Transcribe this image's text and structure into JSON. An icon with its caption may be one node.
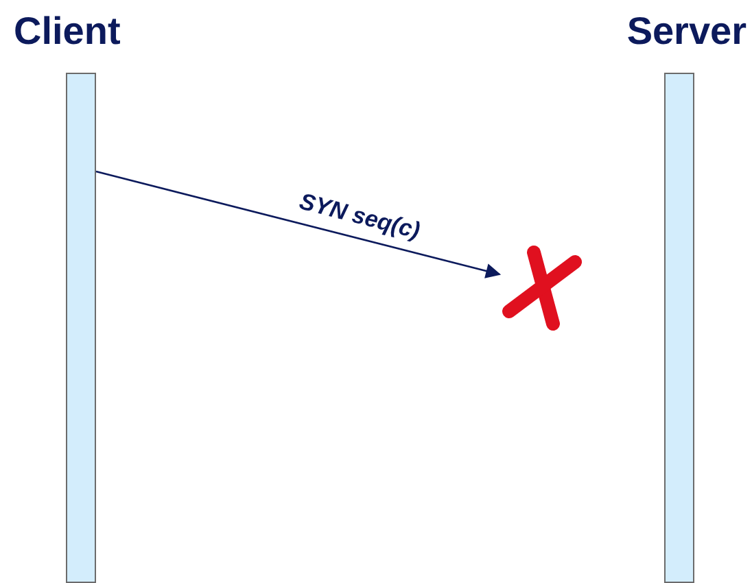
{
  "diagram": {
    "nodes": [
      {
        "text": [
          "Client"
        ]
      },
      {
        "text": [
          "Server"
        ]
      },
      {
        "text": [],
        "shape": "cross"
      }
    ],
    "edges": [
      {
        "from": 0,
        "to": 2,
        "arrow": "to",
        "label": "SYN seq(c)"
      }
    ]
  }
}
